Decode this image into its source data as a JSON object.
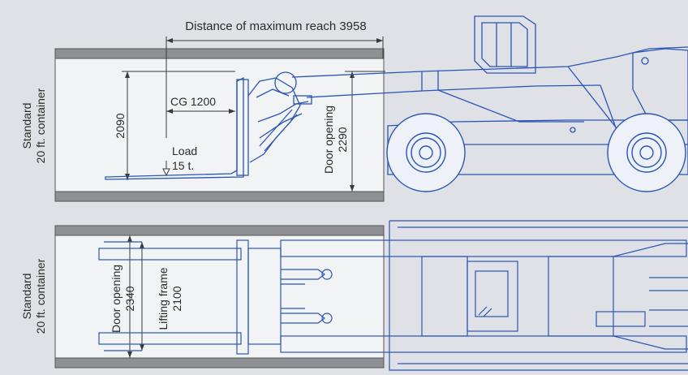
{
  "colors": {
    "background": "#dfe1e6",
    "container_wall": "#8f9093",
    "container_inner": "#f2f3f5",
    "drawing_line": "#2a55b4",
    "dimension_line": "#3a3a3a",
    "text": "#2b2b2b"
  },
  "side_view": {
    "reach_label": "Distance of maximum reach 3958",
    "container_label_line1": "Standard",
    "container_label_line2": "20 ft. container",
    "height_value": "2090",
    "cg_label": "CG 1200",
    "load_label_line1": "Load",
    "load_label_line2": "15 t.",
    "door_label_line1": "Door opening",
    "door_label_line2": "2290"
  },
  "top_view": {
    "container_label_line1": "Standard",
    "container_label_line2": "20 ft. container",
    "door_label_line1": "Door opening",
    "door_label_line2": "2340",
    "frame_label_line1": "Lifting frame",
    "frame_label_line2": "2100"
  }
}
